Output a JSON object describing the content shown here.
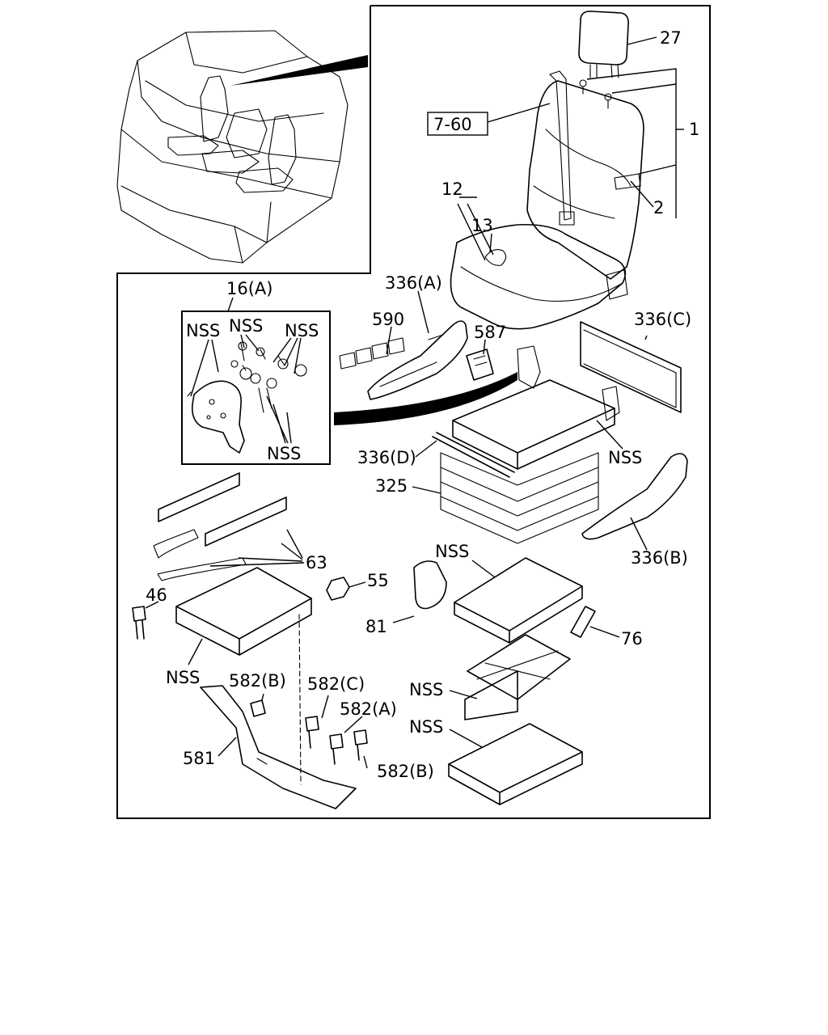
{
  "labels": {
    "l27": "27",
    "l1": "1",
    "l2": "2",
    "l760": "7-60",
    "l12": "12",
    "l13": "13",
    "l16a": "16(A)",
    "l336a": "336(A)",
    "l590": "590",
    "l587": "587",
    "l336c": "336(C)",
    "lnss1": "NSS",
    "lnss2": "NSS",
    "lnss3": "NSS",
    "lnss4": "NSS",
    "l336d": "336(D)",
    "lnss5": "NSS",
    "l325": "325",
    "l336b": "336(B)",
    "l63": "63",
    "l55": "55",
    "l46": "46",
    "lnss6": "NSS",
    "l81": "81",
    "l76": "76",
    "lnss7": "NSS",
    "l582b1": "582(B)",
    "l582c": "582(C)",
    "l582a": "582(A)",
    "lnss8": "NSS",
    "lnss9": "NSS",
    "l581": "581",
    "l582b2": "582(B)"
  }
}
